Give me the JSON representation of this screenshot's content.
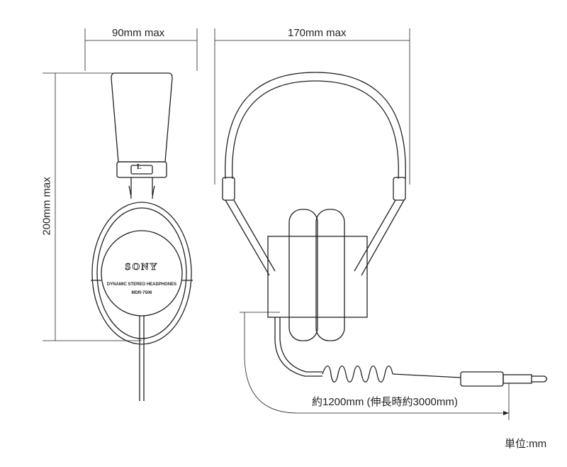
{
  "dimensions": {
    "side_width": "90mm max",
    "front_width": "170mm max",
    "height": "200mm max",
    "cable_length": "約1200mm (伸長時約3000mm)",
    "unit": "単位:mm"
  },
  "product": {
    "brand": "SONY",
    "subtitle": "DYNAMIC STEREO HEADPHONES",
    "model": "MDR-7506",
    "side_marker": "L"
  }
}
